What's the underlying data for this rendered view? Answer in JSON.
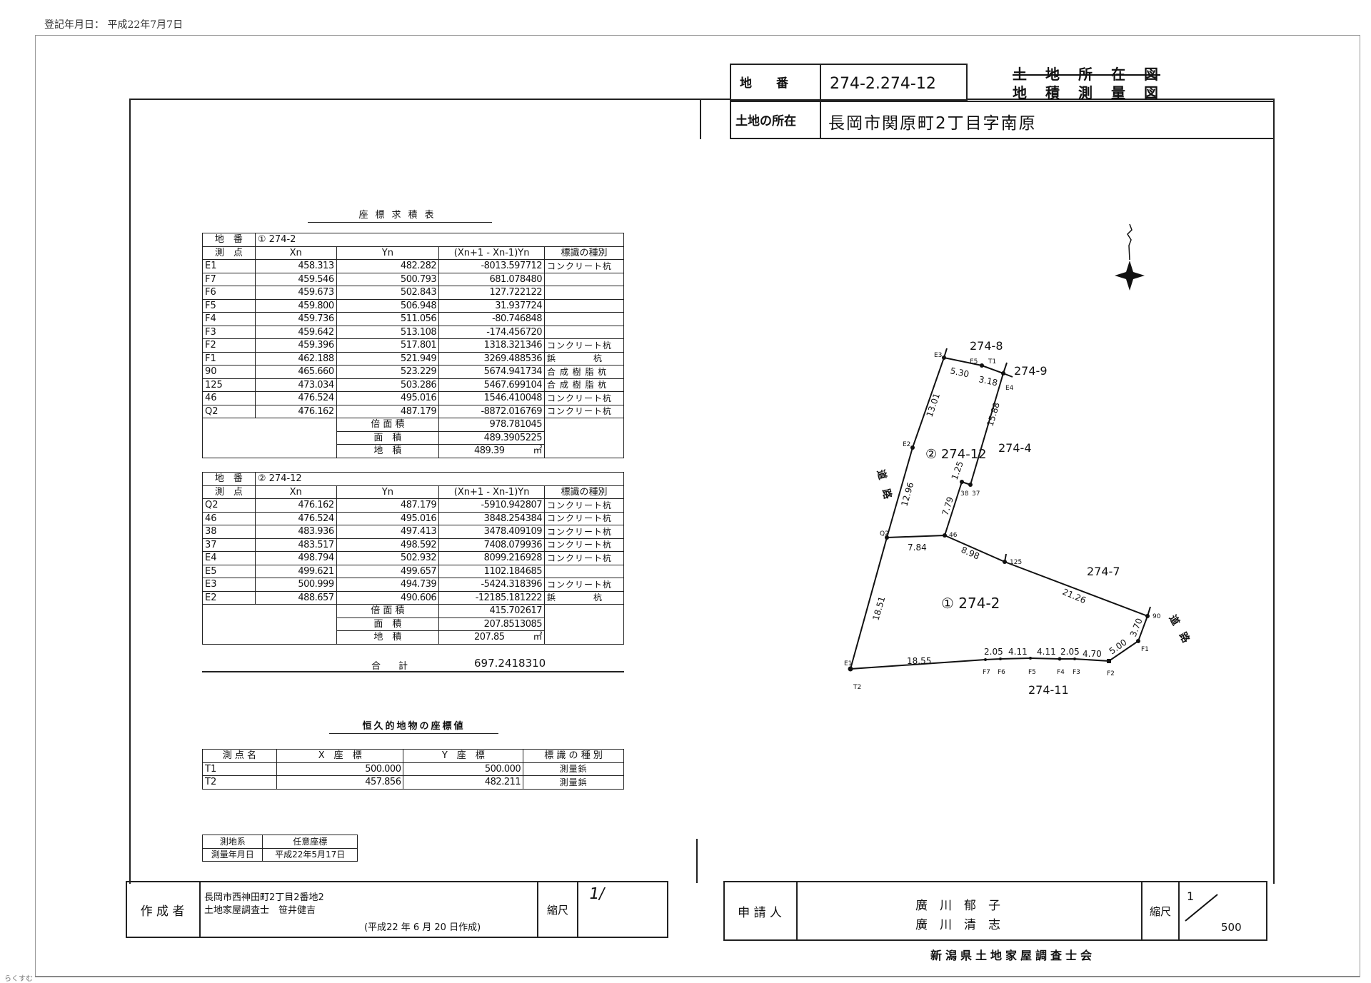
{
  "header": {
    "registration_date": "登記年月日： 平成22年7月7日"
  },
  "title_block": {
    "parcel_label": "地　　番",
    "parcel_value": "274-2.274-12",
    "location_label": "土地の所在",
    "location_value": "長岡市関原町2丁目字南原",
    "title_struck": "土　地　所　在　図",
    "title_main": "地　積　測　量　図"
  },
  "coord_table_title": "座標求積表",
  "table1": {
    "parcel_label": "地　番",
    "parcel_value": "① 274-2",
    "headers": [
      "測　点",
      "Xn",
      "Yn",
      "(Xn+1 - Xn-1)Yn",
      "標識の種別"
    ],
    "rows": [
      [
        "E1",
        "458.313",
        "482.282",
        "-8013.597712",
        "コンクリート杭"
      ],
      [
        "F7",
        "459.546",
        "500.793",
        "681.078480",
        ""
      ],
      [
        "F6",
        "459.673",
        "502.843",
        "127.722122",
        ""
      ],
      [
        "F5",
        "459.800",
        "506.948",
        "31.937724",
        ""
      ],
      [
        "F4",
        "459.736",
        "511.056",
        "-80.746848",
        ""
      ],
      [
        "F3",
        "459.642",
        "513.108",
        "-174.456720",
        ""
      ],
      [
        "F2",
        "459.396",
        "517.801",
        "1318.321346",
        "コンクリート杭"
      ],
      [
        "F1",
        "462.188",
        "521.949",
        "3269.488536",
        "鋲　　　　杭"
      ],
      [
        "90",
        "465.660",
        "523.229",
        "5674.941734",
        "合 成 樹 脂 杭"
      ],
      [
        "125",
        "473.034",
        "503.286",
        "5467.699104",
        "合 成 樹 脂 杭"
      ],
      [
        "46",
        "476.524",
        "495.016",
        "1546.410048",
        "コンクリート杭"
      ],
      [
        "Q2",
        "476.162",
        "487.179",
        "-8872.016769",
        "コンクリート杭"
      ]
    ],
    "summary": [
      {
        "label": "倍 面 積",
        "value": "978.781045"
      },
      {
        "label": "面　積",
        "value": "489.3905225"
      },
      {
        "label": "地　積",
        "value": "489.39",
        "unit": "㎡"
      }
    ]
  },
  "table2": {
    "parcel_label": "地　番",
    "parcel_value": "② 274-12",
    "headers": [
      "測　点",
      "Xn",
      "Yn",
      "(Xn+1 - Xn-1)Yn",
      "標識の種別"
    ],
    "rows": [
      [
        "Q2",
        "476.162",
        "487.179",
        "-5910.942807",
        "コンクリート杭"
      ],
      [
        "46",
        "476.524",
        "495.016",
        "3848.254384",
        "コンクリート杭"
      ],
      [
        "38",
        "483.936",
        "497.413",
        "3478.409109",
        "コンクリート杭"
      ],
      [
        "37",
        "483.517",
        "498.592",
        "7408.079936",
        "コンクリート杭"
      ],
      [
        "E4",
        "498.794",
        "502.932",
        "8099.216928",
        "コンクリート杭"
      ],
      [
        "E5",
        "499.621",
        "499.657",
        "1102.184685",
        ""
      ],
      [
        "E3",
        "500.999",
        "494.739",
        "-5424.318396",
        "コンクリート杭"
      ],
      [
        "E2",
        "488.657",
        "490.606",
        "-12185.181222",
        "鋲　　　　杭"
      ]
    ],
    "summary": [
      {
        "label": "倍 面 積",
        "value": "415.702617"
      },
      {
        "label": "面　積",
        "value": "207.8513085"
      },
      {
        "label": "地　積",
        "value": "207.85",
        "unit": "㎡"
      }
    ]
  },
  "total": {
    "label": "合　計",
    "value": "697.2418310"
  },
  "permanent_title": "恒久的地物の座標値",
  "table3": {
    "headers": [
      "測 点 名",
      "X　座　標",
      "Y　座　標",
      "標 識 の 種 別"
    ],
    "rows": [
      [
        "T1",
        "500.000",
        "500.000",
        "測量鋲"
      ],
      [
        "T2",
        "457.856",
        "482.211",
        "測量鋲"
      ]
    ]
  },
  "survey_info": {
    "system_label": "測地系",
    "system_value": "任意座標",
    "date_label": "測量年月日",
    "date_value": "平成22年5月17日"
  },
  "footer": {
    "author_label": "作 成 者",
    "author_line1": "長岡市西神田町2丁目2番地2",
    "author_line2": "土地家屋調査士　笹井健吉",
    "author_date": "(平成22 年 6 月 20 日作成)",
    "scale_label": "縮尺",
    "scale_left": "1/",
    "applicant_label": "申 請 人",
    "applicant_1": "廣　川　郁　子",
    "applicant_2": "廣　川　清　志",
    "scale_right_num": "1",
    "scale_right_den": "500",
    "association": "新潟県土地家屋調査士会",
    "watermark": "らくすむ"
  },
  "map": {
    "parcels": [
      "② 274-12",
      "① 274-2"
    ],
    "neighbors": [
      "274-8",
      "274-9",
      "274-4",
      "274-7",
      "274-11"
    ],
    "road": "道　路",
    "points": [
      "E3",
      "E5",
      "T1",
      "E4",
      "E2",
      "38",
      "37",
      "Q2",
      "46",
      "125",
      "90",
      "F1",
      "F2",
      "F3",
      "F4",
      "F5",
      "F6",
      "F7",
      "E1",
      "T2"
    ],
    "distances": [
      "5.30",
      "3.18",
      "13.01",
      "15.88",
      "12.96",
      "1.25",
      "7.79",
      "7.84",
      "8.98",
      "21.26",
      "3.70",
      "5.00",
      "4.70",
      "2.05",
      "4.11",
      "4.11",
      "2.05",
      "18.55",
      "18.51"
    ]
  }
}
